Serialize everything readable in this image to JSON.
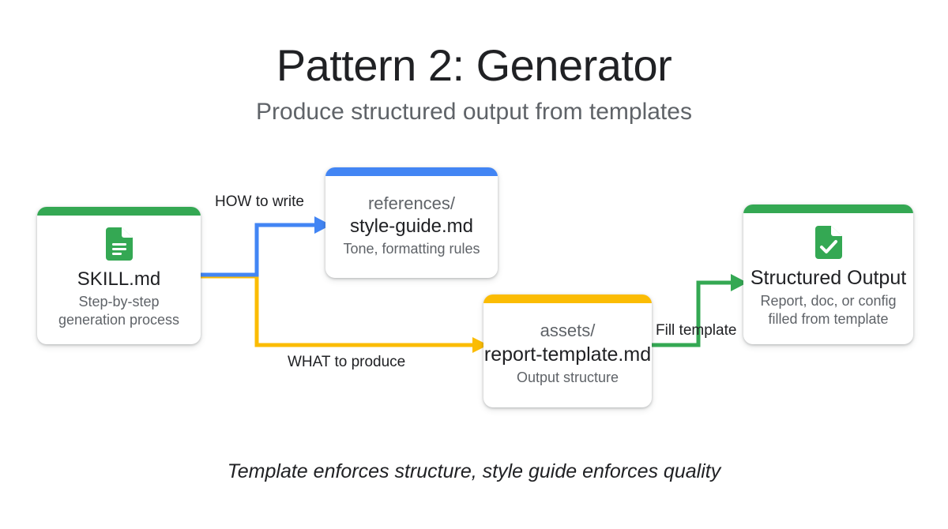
{
  "header": {
    "title": "Pattern 2: Generator",
    "subtitle": "Produce structured output from templates"
  },
  "footer": {
    "caption": "Template enforces structure, style guide enforces quality"
  },
  "colors": {
    "green": "#34A853",
    "blue": "#4285F4",
    "yellow": "#FBBC04",
    "text_primary": "#202124",
    "text_secondary": "#5f6368",
    "background": "#FFFFFF"
  },
  "nodes": [
    {
      "id": "skill",
      "kicker": "",
      "title": "SKILL.md",
      "subtitle": "Step-by-step\ngeneration process",
      "subtitle_line1": "Step-by-step",
      "subtitle_line2": "generation process",
      "accent": "#34A853",
      "icon": "document-lines-icon"
    },
    {
      "id": "references",
      "kicker": "references/",
      "title": "style-guide.md",
      "subtitle_line1": "Tone, formatting rules",
      "subtitle_line2": "",
      "accent": "#4285F4",
      "icon": ""
    },
    {
      "id": "assets",
      "kicker": "assets/",
      "title": "report-template.md",
      "subtitle_line1": "Output structure",
      "subtitle_line2": "",
      "accent": "#FBBC04",
      "icon": ""
    },
    {
      "id": "output",
      "kicker": "",
      "title": "Structured Output",
      "subtitle_line1": "Report, doc, or config",
      "subtitle_line2": "filled from template",
      "accent": "#34A853",
      "icon": "document-check-icon"
    }
  ],
  "edges": [
    {
      "id": "how",
      "label": "HOW to write",
      "color": "#4285F4",
      "from": "skill",
      "to": "references"
    },
    {
      "id": "what",
      "label": "WHAT to produce",
      "color": "#FBBC04",
      "from": "skill",
      "to": "assets"
    },
    {
      "id": "fill",
      "label": "Fill template",
      "color": "#34A853",
      "from": "assets",
      "to": "output"
    }
  ]
}
